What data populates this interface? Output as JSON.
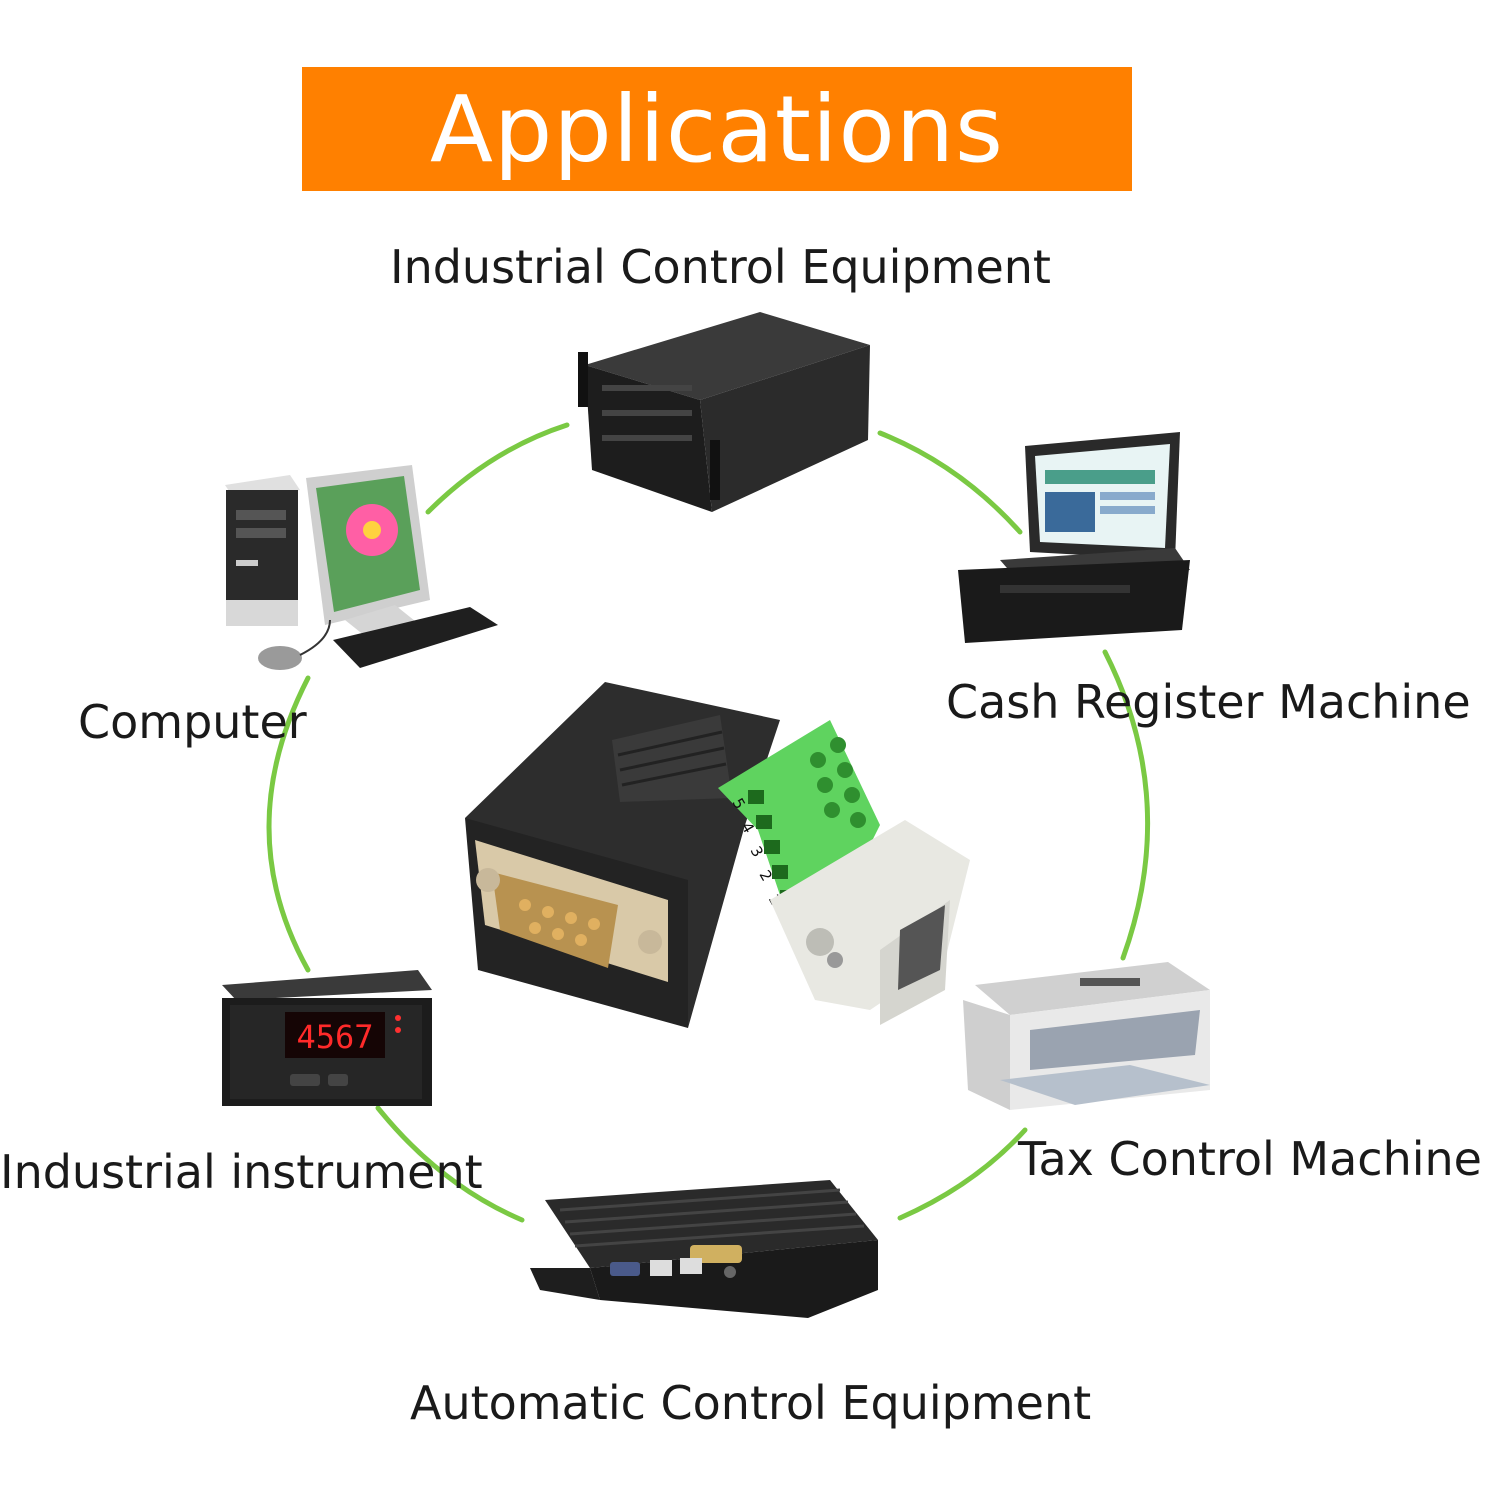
{
  "title": "Applications",
  "items": [
    {
      "label": "Industrial Control Equipment",
      "icon": "rack-server-icon"
    },
    {
      "label": "Computer",
      "icon": "desktop-computer-icon"
    },
    {
      "label": "Cash Register Machine",
      "icon": "rugged-laptop-icon"
    },
    {
      "label": "Industrial instrument",
      "icon": "digital-meter-icon"
    },
    {
      "label": "Tax Control Machine",
      "icon": "dot-matrix-printer-icon"
    },
    {
      "label": "Automatic Control Equipment",
      "icon": "fanless-box-pc-icon"
    }
  ],
  "center_product": {
    "icon": "db9-terminal-adapter-icon",
    "pin_numbers": [
      "5",
      "4",
      "3",
      "2",
      "1"
    ],
    "meter_reading": "4567"
  },
  "colors": {
    "banner": "#ff8000",
    "ring": "#7ac943",
    "terminal": "#5fd35f"
  }
}
